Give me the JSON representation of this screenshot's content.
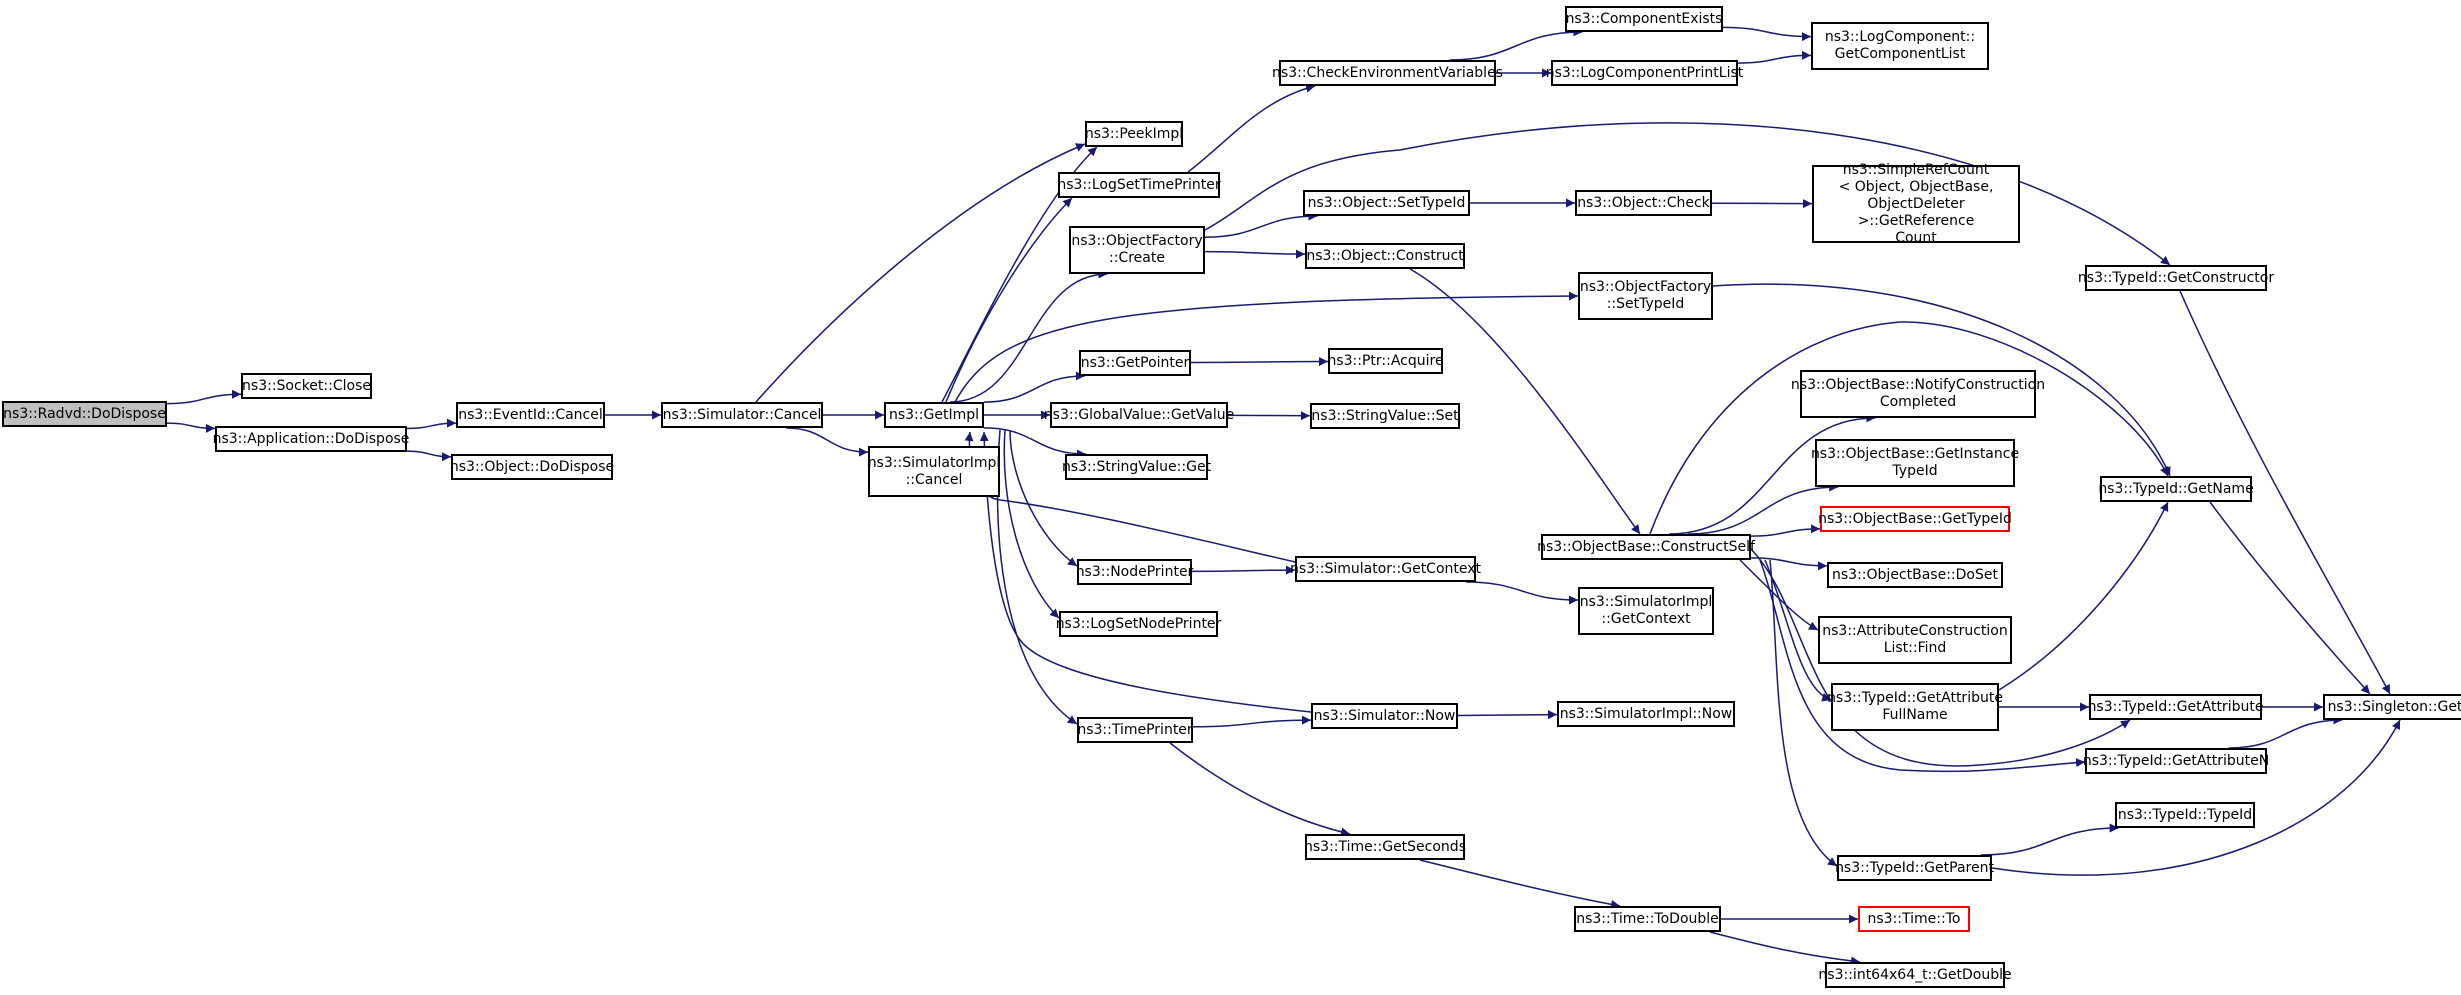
{
  "diagram": {
    "title": "",
    "colors": {
      "edge": "#191970",
      "node_border": "#000000",
      "truncated_border": "#ff0000",
      "root_fill": "#bfbfbf"
    },
    "nodes": [
      {
        "id": "radvd",
        "label": "ns3::Radvd::DoDispose",
        "root": true
      },
      {
        "id": "socket_close",
        "label": "ns3::Socket::Close"
      },
      {
        "id": "app_dodispose",
        "label": "ns3::Application::DoDispose"
      },
      {
        "id": "eventid_cancel",
        "label": "ns3::EventId::Cancel"
      },
      {
        "id": "object_dodispose",
        "label": "ns3::Object::DoDispose"
      },
      {
        "id": "sim_cancel",
        "label": "ns3::Simulator::Cancel"
      },
      {
        "id": "getimpl",
        "label": "ns3::GetImpl"
      },
      {
        "id": "simimpl_cancel",
        "label": "ns3::SimulatorImpl\n::Cancel"
      },
      {
        "id": "peekimpl",
        "label": "ns3::PeekImpl"
      },
      {
        "id": "logsettimeprinter",
        "label": "ns3::LogSetTimePrinter"
      },
      {
        "id": "objfactory_create",
        "label": "ns3::ObjectFactory\n::Create"
      },
      {
        "id": "getpointer",
        "label": "ns3::GetPointer"
      },
      {
        "id": "globalvalue_getvalue",
        "label": "ns3::GlobalValue::GetValue"
      },
      {
        "id": "stringvalue_get",
        "label": "ns3::StringValue::Get"
      },
      {
        "id": "nodeprinter",
        "label": "ns3::NodePrinter"
      },
      {
        "id": "logsetnodeprinter",
        "label": "ns3::LogSetNodePrinter"
      },
      {
        "id": "timeprinter",
        "label": "ns3::TimePrinter"
      },
      {
        "id": "checkenv",
        "label": "ns3::CheckEnvironmentVariables"
      },
      {
        "id": "object_settypeid",
        "label": "ns3::Object::SetTypeId"
      },
      {
        "id": "object_construct",
        "label": "ns3::Object::Construct"
      },
      {
        "id": "ptr_acquire",
        "label": "ns3::Ptr::Acquire"
      },
      {
        "id": "stringvalue_set",
        "label": "ns3::StringValue::Set"
      },
      {
        "id": "sim_getcontext",
        "label": "ns3::Simulator::GetContext"
      },
      {
        "id": "sim_now",
        "label": "ns3::Simulator::Now"
      },
      {
        "id": "time_getseconds",
        "label": "ns3::Time::GetSeconds"
      },
      {
        "id": "componentexists",
        "label": "ns3::ComponentExists"
      },
      {
        "id": "logcomponentprintlist",
        "label": "ns3::LogComponentPrintList"
      },
      {
        "id": "object_check",
        "label": "ns3::Object::Check"
      },
      {
        "id": "objfactory_settypeid",
        "label": "ns3::ObjectFactory\n::SetTypeId"
      },
      {
        "id": "objectbase_constructself",
        "label": "ns3::ObjectBase::ConstructSelf"
      },
      {
        "id": "simimpl_getcontext",
        "label": "ns3::SimulatorImpl\n::GetContext"
      },
      {
        "id": "simimpl_now",
        "label": "ns3::SimulatorImpl::Now"
      },
      {
        "id": "time_todouble",
        "label": "ns3::Time::ToDouble"
      },
      {
        "id": "logcomponent_getlist",
        "label": "ns3::LogComponent::\nGetComponentList"
      },
      {
        "id": "simplerefcount",
        "label": "ns3::SimpleRefCount\n< Object, ObjectBase,\nObjectDeleter >::GetReference\nCount"
      },
      {
        "id": "notifyconstruction",
        "label": "ns3::ObjectBase::NotifyConstruction\nCompleted"
      },
      {
        "id": "getinstancetypeid",
        "label": "ns3::ObjectBase::GetInstance\nTypeId"
      },
      {
        "id": "objectbase_gettypeid",
        "label": "ns3::ObjectBase::GetTypeId",
        "truncated": true
      },
      {
        "id": "objectbase_doset",
        "label": "ns3::ObjectBase::DoSet"
      },
      {
        "id": "attrconstruction_find",
        "label": "ns3::AttributeConstruction\nList::Find"
      },
      {
        "id": "typeid_getattributefullname",
        "label": "ns3::TypeId::GetAttribute\nFullName"
      },
      {
        "id": "typeid_getparent",
        "label": "ns3::TypeId::GetParent"
      },
      {
        "id": "time_to",
        "label": "ns3::Time::To",
        "truncated": true
      },
      {
        "id": "int64_getdouble",
        "label": "ns3::int64x64_t::GetDouble"
      },
      {
        "id": "typeid_getconstructor",
        "label": "ns3::TypeId::GetConstructor"
      },
      {
        "id": "typeid_getname",
        "label": "ns3::TypeId::GetName"
      },
      {
        "id": "typeid_getattribute",
        "label": "ns3::TypeId::GetAttribute"
      },
      {
        "id": "typeid_getattributen",
        "label": "ns3::TypeId::GetAttributeN"
      },
      {
        "id": "typeid_typeid",
        "label": "ns3::TypeId::TypeId"
      },
      {
        "id": "singleton_get",
        "label": "ns3::Singleton::Get"
      }
    ],
    "edges": [
      [
        "radvd",
        "socket_close"
      ],
      [
        "radvd",
        "app_dodispose"
      ],
      [
        "app_dodispose",
        "eventid_cancel"
      ],
      [
        "app_dodispose",
        "object_dodispose"
      ],
      [
        "eventid_cancel",
        "sim_cancel"
      ],
      [
        "sim_cancel",
        "getimpl"
      ],
      [
        "sim_cancel",
        "simimpl_cancel"
      ],
      [
        "sim_cancel",
        "peekimpl"
      ],
      [
        "getimpl",
        "peekimpl"
      ],
      [
        "getimpl",
        "logsettimeprinter"
      ],
      [
        "getimpl",
        "objfactory_create"
      ],
      [
        "getimpl",
        "objfactory_settypeid"
      ],
      [
        "getimpl",
        "getpointer"
      ],
      [
        "getimpl",
        "globalvalue_getvalue"
      ],
      [
        "getimpl",
        "stringvalue_get"
      ],
      [
        "getimpl",
        "nodeprinter"
      ],
      [
        "getimpl",
        "logsetnodeprinter"
      ],
      [
        "getimpl",
        "timeprinter"
      ],
      [
        "logsettimeprinter",
        "checkenv"
      ],
      [
        "checkenv",
        "componentexists"
      ],
      [
        "checkenv",
        "logcomponentprintlist"
      ],
      [
        "componentexists",
        "logcomponent_getlist"
      ],
      [
        "logcomponentprintlist",
        "logcomponent_getlist"
      ],
      [
        "objfactory_create",
        "object_settypeid"
      ],
      [
        "objfactory_create",
        "object_construct"
      ],
      [
        "objfactory_create",
        "typeid_getconstructor"
      ],
      [
        "object_settypeid",
        "object_check"
      ],
      [
        "object_check",
        "simplerefcount"
      ],
      [
        "object_construct",
        "objectbase_constructself"
      ],
      [
        "objfactory_settypeid",
        "typeid_getname"
      ],
      [
        "getpointer",
        "ptr_acquire"
      ],
      [
        "globalvalue_getvalue",
        "stringvalue_set"
      ],
      [
        "nodeprinter",
        "sim_getcontext"
      ],
      [
        "sim_getcontext",
        "getimpl"
      ],
      [
        "sim_getcontext",
        "simimpl_getcontext"
      ],
      [
        "timeprinter",
        "sim_now"
      ],
      [
        "sim_now",
        "getimpl"
      ],
      [
        "sim_now",
        "simimpl_now"
      ],
      [
        "timeprinter",
        "time_getseconds"
      ],
      [
        "time_getseconds",
        "time_todouble"
      ],
      [
        "time_todouble",
        "time_to"
      ],
      [
        "time_todouble",
        "int64_getdouble"
      ],
      [
        "objectbase_constructself",
        "typeid_getname"
      ],
      [
        "objectbase_constructself",
        "notifyconstruction"
      ],
      [
        "objectbase_constructself",
        "getinstancetypeid"
      ],
      [
        "objectbase_constructself",
        "objectbase_gettypeid"
      ],
      [
        "objectbase_constructself",
        "objectbase_doset"
      ],
      [
        "objectbase_constructself",
        "attrconstruction_find"
      ],
      [
        "objectbase_constructself",
        "typeid_getattributefullname"
      ],
      [
        "objectbase_constructself",
        "typeid_getattribute"
      ],
      [
        "objectbase_constructself",
        "typeid_getattributen"
      ],
      [
        "objectbase_constructself",
        "typeid_getparent"
      ],
      [
        "typeid_getattributefullname",
        "typeid_getname"
      ],
      [
        "typeid_getattributefullname",
        "typeid_getattribute"
      ],
      [
        "typeid_getconstructor",
        "singleton_get"
      ],
      [
        "typeid_getname",
        "singleton_get"
      ],
      [
        "typeid_getattribute",
        "singleton_get"
      ],
      [
        "typeid_getattributen",
        "singleton_get"
      ],
      [
        "typeid_getparent",
        "typeid_typeid"
      ],
      [
        "typeid_getparent",
        "singleton_get"
      ]
    ]
  }
}
